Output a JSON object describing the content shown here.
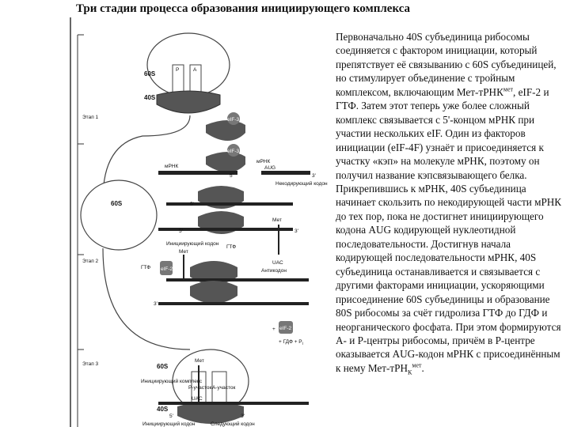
{
  "title": "Три стадии процесса образования инициирующего комплекса",
  "description": {
    "p1": "Первоначально 40S субъединица рибосомы соединяется с фактором инициации, который препятствует её связыванию с 60S субъединицей, но стимулирует объединение с тройным комплексом, включающим Мет-тРНК",
    "p1_sup": "мет",
    "p2": ", eIF-2 и ГТФ. Затем этот теперь уже более сложный комплекс связывается с 5'-концом мРНК при участии нескольких eIF. Один из факторов инициации (eIF-4F) узнаёт и присоединяется к участку «кэп» на молекуле мРНК, поэтому он получил название кэпсвязывающего белка. Прикрепившись к мРНК, 40S субъединица начинает скользить по некодирующей части мРНК до тех пор, пока не достигнет инициирующего кодона AUG кодирующей нуклеотидной последовательности. Достигнув начала кодирующей последовательности мРНК, 40S субъединица останавливается и связывается с другими факторами инициации, ускоряющими присоединение 60S субъединицы и образование 80S рибосомы за счёт гидролиза ГТФ до ГДФ и неорганического фосфата. При этом формируются А- и Р-центры рибосомы, причём в Р-центре оказывается AUG-кодон мРНК с присоединённым к нему Мет-тРН",
    "p2_sub": "К",
    "p2_sup": "мет",
    "p2_end": "."
  },
  "diagram": {
    "stage1": "Этап 1",
    "stage2": "Этап 2",
    "stage3": "Этап 3",
    "s60": "60S",
    "s40": "40S",
    "site_p": "P",
    "site_a": "A",
    "eif1": "eIF-3",
    "eif2": "eIF-3",
    "mrna": "мРНК",
    "mrna2": "мРНК",
    "five": "5'",
    "three": "3'",
    "aug": "AUG",
    "noncoding": "Некодирующий кодон",
    "initcodon": "Инициирующий кодон",
    "gtp_complex": "ГТФ",
    "met": "Мет",
    "uac": "UAC",
    "anticodon": "Антикодон",
    "gtp": "ГТФ",
    "eif2_box": "eIF-2",
    "gdp": "+ ГДФ + P",
    "gdp_sub": "i",
    "plus": "+",
    "eif_small": "eIF-2",
    "init_complex": "Инициирующий комплекс",
    "p_site": "P-участок",
    "a_site": "A-участок",
    "init_codon2": "Инициирующий кодон",
    "next_codon": "Следующий кодон"
  }
}
